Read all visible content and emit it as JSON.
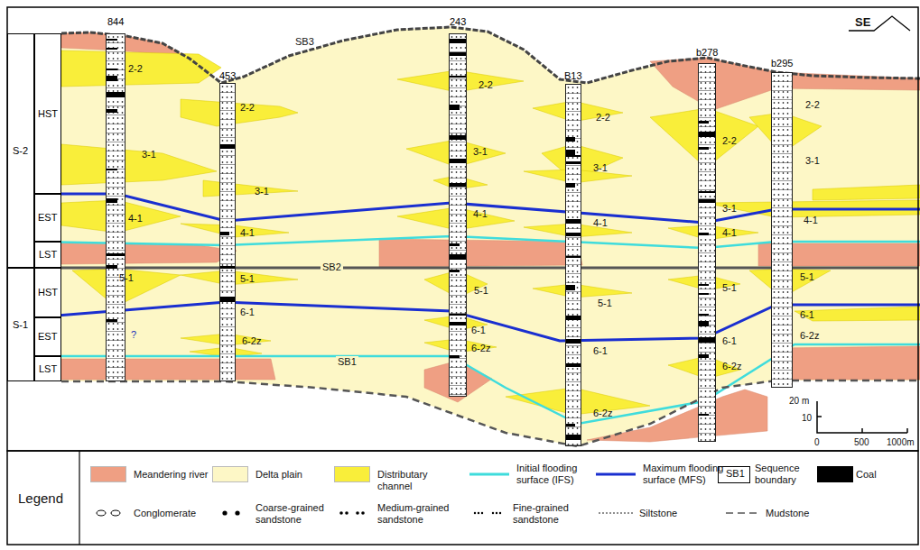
{
  "diagram": {
    "nodes": [
      {
        "text": [
          "S-2"
        ]
      },
      {
        "text": [
          "HST"
        ]
      },
      {
        "text": [
          "EST"
        ]
      },
      {
        "text": [
          "LST"
        ]
      },
      {
        "text": [
          "S-1"
        ]
      },
      {
        "text": [
          "HST"
        ]
      },
      {
        "text": [
          "EST"
        ]
      },
      {
        "text": [
          "LST"
        ]
      },
      {
        "text": [
          "844"
        ]
      },
      {
        "text": [
          "453"
        ]
      },
      {
        "text": [
          "243"
        ]
      },
      {
        "text": [
          "B13"
        ]
      },
      {
        "text": [
          "b278"
        ]
      },
      {
        "text": [
          "b295"
        ]
      }
    ],
    "labels": [
      "SE",
      "2-2",
      "3-1",
      "4-1",
      "5-1",
      "?",
      "2-2",
      "3-1",
      "4-1",
      "5-1",
      "6-1",
      "6-2z",
      "2-2",
      "3-1",
      "4-1",
      "5-1",
      "6-1",
      "6-2z",
      "2-2",
      "3-1",
      "4-1",
      "5-1",
      "6-1",
      "6-2z",
      "2-2",
      "3-1",
      "4-1",
      "5-1",
      "6-1",
      "6-2z",
      "2-2",
      "3-1",
      "4-1",
      "5-1",
      "6-1",
      "6-2z",
      "SB3",
      "SB2",
      "SB1",
      "20 m",
      "10",
      "0",
      "500",
      "1000m",
      "Legend",
      "SB1"
    ],
    "legend": [
      {
        "text": "Meandering river",
        "color": "#ef9f83"
      },
      {
        "text": "Delta plain",
        "color": "#fdf7c6"
      },
      {
        "text": "Distributary channel",
        "color": "#f9ee3a"
      },
      {
        "text": "Initial flooding surface (IFS)"
      },
      {
        "text": "Maximum flooding surface (MFS)"
      },
      {
        "text": "Sequence boundary"
      },
      {
        "text": "Coal",
        "color": "#000000"
      },
      {
        "text": "Conglomerate"
      },
      {
        "text": "Coarse-grained sandstone"
      },
      {
        "text": "Medium-grained sandstone"
      },
      {
        "text": "Fine-grained sandstone"
      },
      {
        "text": "Siltstone"
      },
      {
        "text": "Mudstone"
      }
    ]
  }
}
